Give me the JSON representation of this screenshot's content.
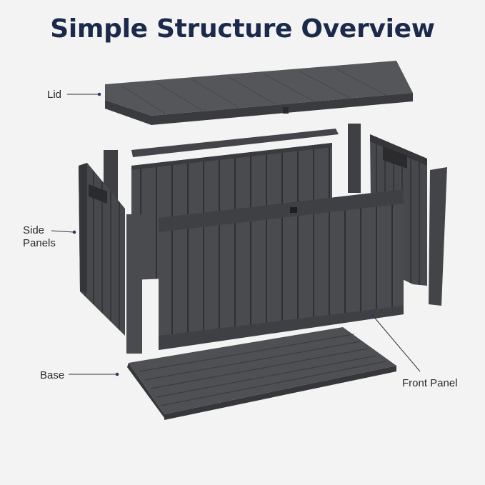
{
  "title": "Simple Structure Overview",
  "labels": {
    "lid": "Lid",
    "side_panels_line1": "Side",
    "side_panels_line2": "Panels",
    "base": "Base",
    "front_panel": "Front Panel"
  },
  "colors": {
    "title": "#1b2a4a",
    "panel": "#4a4b4f",
    "panel_dark": "#3a3b3f",
    "leader_dot": "#2b3a66"
  }
}
